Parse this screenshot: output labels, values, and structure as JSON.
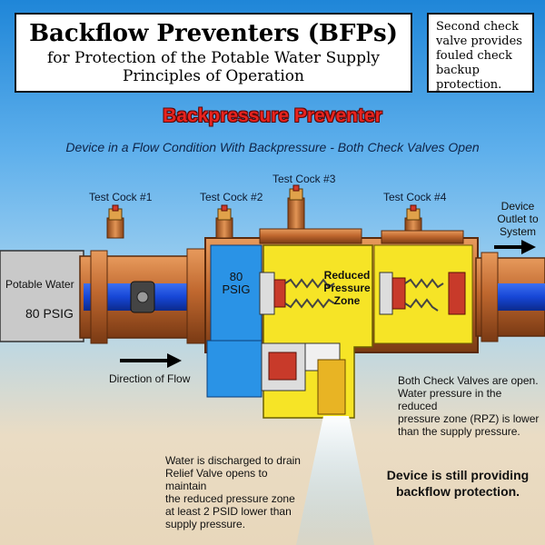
{
  "title": {
    "line1": "Backflow Preventers (BFPs)",
    "line2": "for Protection of the Potable Water Supply",
    "line3": "Principles of Operation"
  },
  "side_note": {
    "line1": "Second check",
    "line2": "valve provides",
    "line3": "fouled check",
    "line4": "backup protection."
  },
  "heading": "Backpressure Preventer",
  "subheading": "Device in a Flow Condition With Backpressure - Both Check Valves Open",
  "test_cocks": [
    "Test Cock #1",
    "Test Cock #2",
    "Test Cock #3",
    "Test Cock #4"
  ],
  "outlet": {
    "line1": "Device",
    "line2": "Outlet to",
    "line3": "System"
  },
  "supply": {
    "label": "Potable Water",
    "pressure": "80 PSIG"
  },
  "zone1_pressure": {
    "line1": "80",
    "line2": "PSIG"
  },
  "rpz": {
    "line1": "Reduced",
    "line2": "Pressure",
    "line3": "Zone"
  },
  "flow_label": "Direction of Flow",
  "check_note": {
    "line1": "Both Check Valves are open.",
    "line2": "Water pressure in the reduced",
    "line3": "pressure zone (RPZ) is lower",
    "line4": "than the supply pressure."
  },
  "drain_note": {
    "line1": "Water is discharged to drain",
    "line2": "Relief Valve opens to maintain",
    "line3": "the reduced pressure zone",
    "line4": "at least 2 PSID lower than",
    "line5": "supply pressure."
  },
  "protection_note": {
    "line1": "Device is still providing",
    "line2": "backflow protection."
  },
  "colors": {
    "copper": "#c0682f",
    "copper_dark": "#7a3a14",
    "supply_blue": "#2a93e6",
    "rpz_yellow": "#f6e426",
    "water_blue": "#1646d6",
    "spring_red": "#c83a2a"
  }
}
